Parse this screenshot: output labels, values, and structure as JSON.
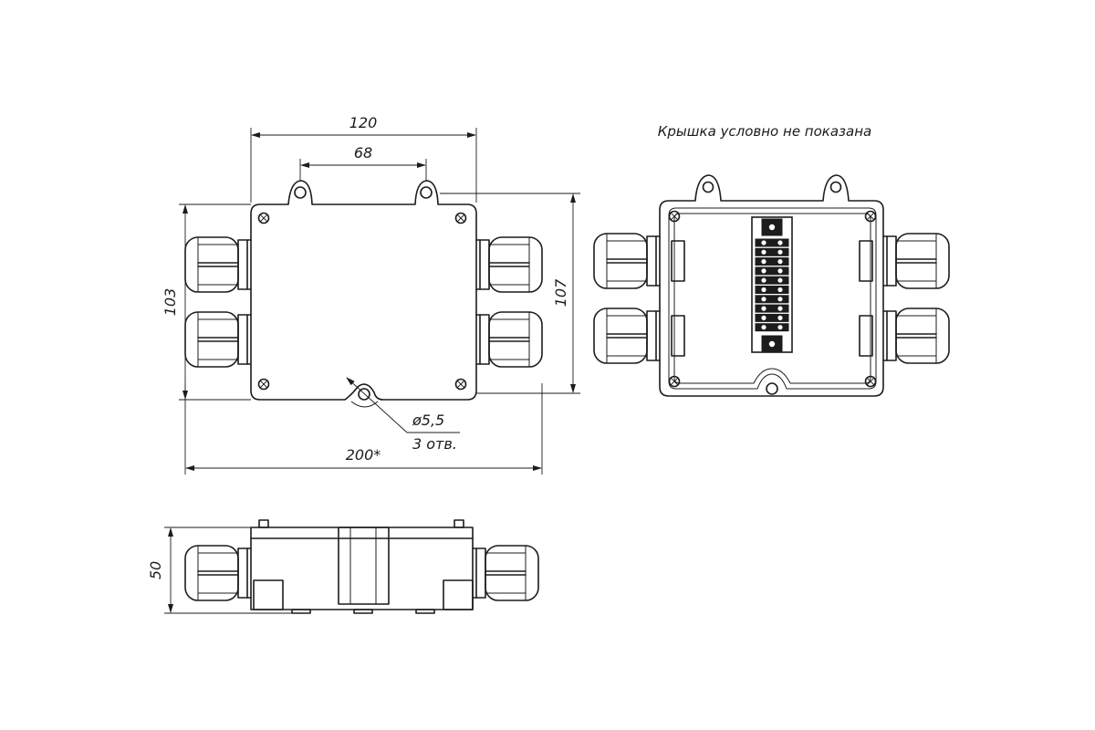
{
  "dimensions": {
    "width_total": "120",
    "mount_spacing": "68",
    "height_body": "103",
    "height_total": "107",
    "length_overall": "200*",
    "hole_diameter": "ø5,5",
    "hole_count": "3 отв.",
    "depth": "50"
  },
  "note": "Крышка условно не показана",
  "terminal_block": {
    "terminal_count": 10
  },
  "colors": {
    "line": "#1c1c1c",
    "background": "#ffffff"
  }
}
